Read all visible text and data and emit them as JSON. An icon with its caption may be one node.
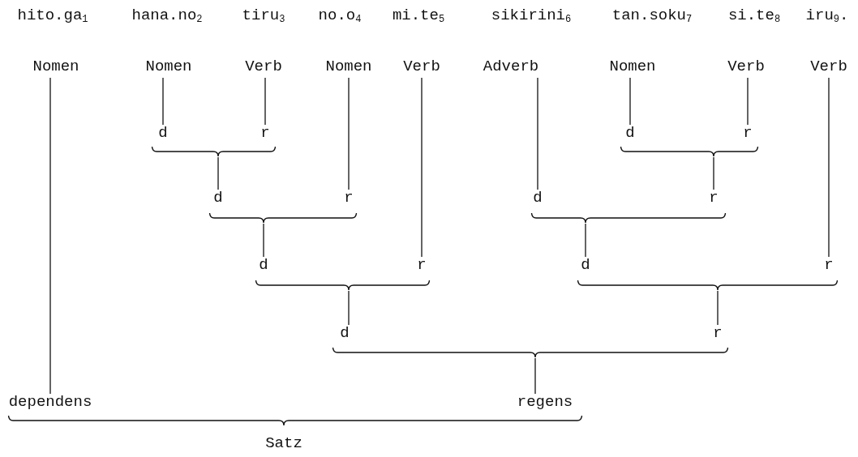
{
  "diagram": {
    "nodes": [
      {
        "text": [
          "Nomen"
        ]
      },
      {
        "text": [
          "Nomen"
        ]
      },
      {
        "text": [
          "Verb"
        ]
      },
      {
        "text": [
          "Nomen"
        ]
      },
      {
        "text": [
          "Verb"
        ]
      },
      {
        "text": [
          "Adverb"
        ]
      },
      {
        "text": [
          "Nomen"
        ]
      },
      {
        "text": [
          "Verb"
        ]
      },
      {
        "text": [
          "Verb"
        ]
      },
      {
        "text": [
          "d"
        ]
      },
      {
        "text": [
          "r"
        ]
      },
      {
        "text": [
          "d"
        ]
      },
      {
        "text": [
          "r"
        ]
      },
      {
        "text": [],
        "shape": "brace"
      },
      {
        "text": [],
        "shape": "brace"
      },
      {
        "text": [
          "d"
        ]
      },
      {
        "text": [
          "r"
        ]
      },
      {
        "text": [
          "d"
        ]
      },
      {
        "text": [
          "r"
        ]
      },
      {
        "text": [],
        "shape": "brace"
      },
      {
        "text": [],
        "shape": "brace"
      },
      {
        "text": [
          "d"
        ]
      },
      {
        "text": [
          "r"
        ]
      },
      {
        "text": [
          "d"
        ]
      },
      {
        "text": [
          "r"
        ]
      },
      {
        "text": [],
        "shape": "brace"
      },
      {
        "text": [],
        "shape": "brace"
      },
      {
        "text": [
          "d"
        ]
      },
      {
        "text": [
          "r"
        ]
      },
      {
        "text": [],
        "shape": "brace"
      },
      {
        "text": [
          "dependens"
        ]
      },
      {
        "text": [
          "regens"
        ]
      }
    ],
    "edges": [
      {
        "from": 0,
        "to": 30,
        "arrow": "none"
      },
      {
        "from": 1,
        "to": 9,
        "arrow": "none"
      },
      {
        "from": 2,
        "to": 10,
        "arrow": "none"
      },
      {
        "from": 6,
        "to": 11,
        "arrow": "none"
      },
      {
        "from": 7,
        "to": 12,
        "arrow": "none"
      },
      {
        "from": 13,
        "to": 15,
        "arrow": "none"
      },
      {
        "from": 3,
        "to": 16,
        "arrow": "none"
      },
      {
        "from": 5,
        "to": 17,
        "arrow": "none"
      },
      {
        "from": 14,
        "to": 18,
        "arrow": "none"
      },
      {
        "from": 19,
        "to": 21,
        "arrow": "none"
      },
      {
        "from": 4,
        "to": 22,
        "arrow": "none"
      },
      {
        "from": 20,
        "to": 23,
        "arrow": "none"
      },
      {
        "from": 8,
        "to": 24,
        "arrow": "none"
      },
      {
        "from": 25,
        "to": 27,
        "arrow": "none"
      },
      {
        "from": 26,
        "to": 28,
        "arrow": "none"
      },
      {
        "from": 29,
        "to": 31,
        "arrow": "none"
      }
    ],
    "labels": [
      "hito.ga$_{1}$",
      "hana.no$_{2}$",
      "tiru$_{3}$",
      "no.o$_{4}$",
      "mi.te$_{5}$",
      "sikirini$_{6}$",
      "tan.soku$_{7}$",
      "si.te$_{8}$",
      "iru$_{9}$.",
      "Satz"
    ]
  }
}
